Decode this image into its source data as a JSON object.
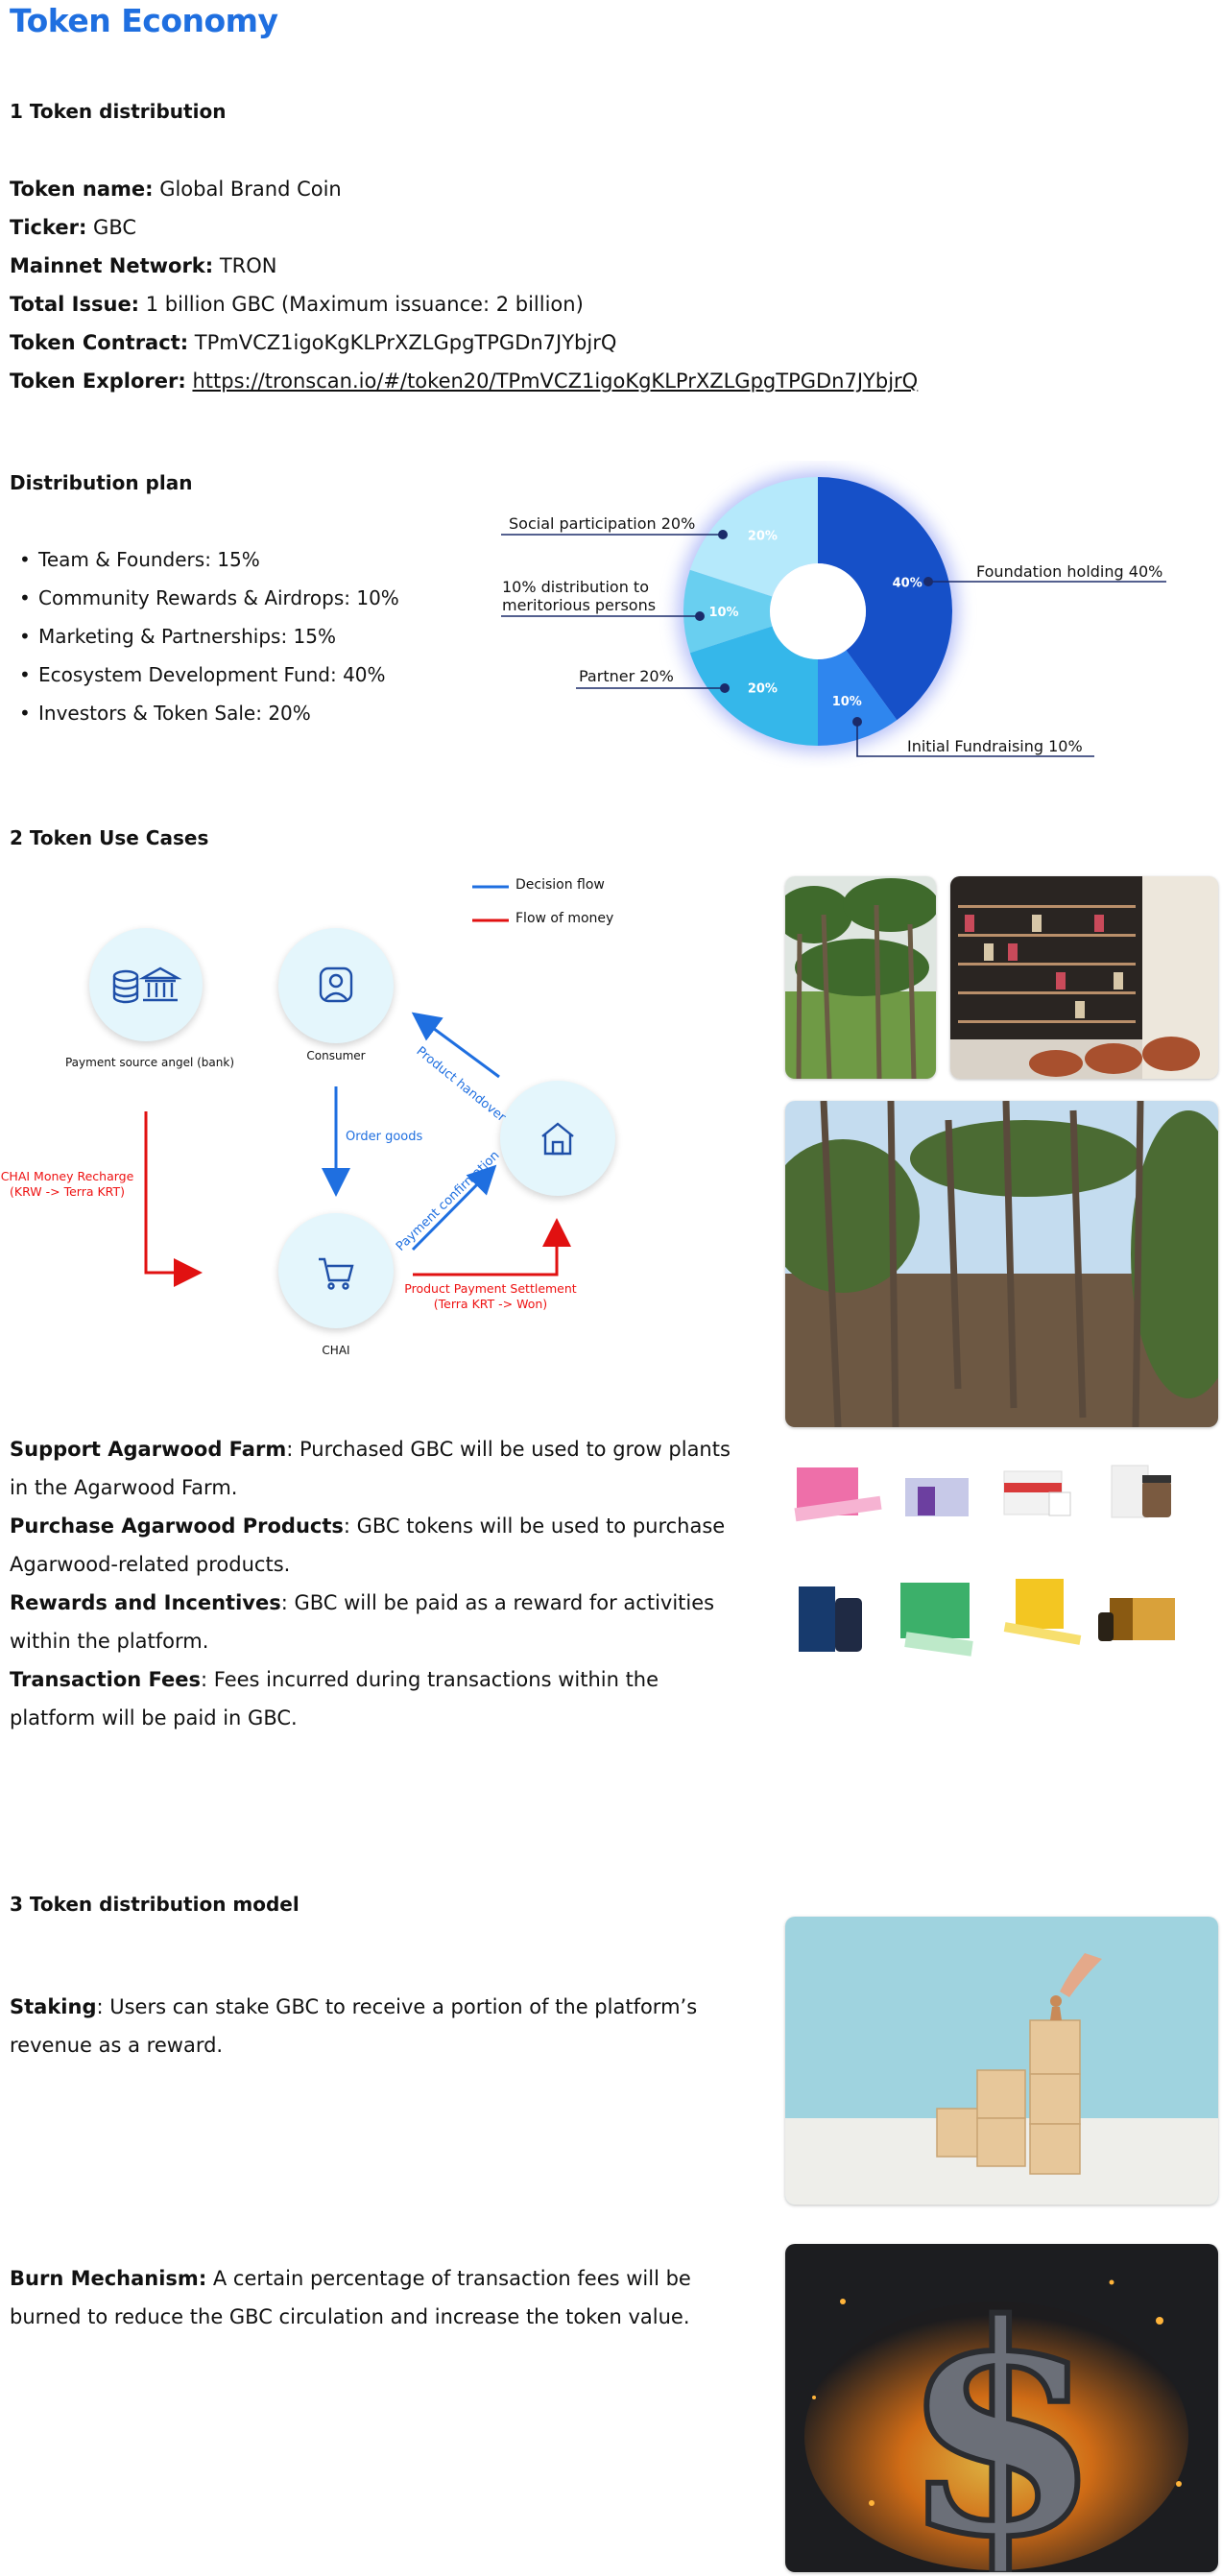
{
  "page_title": "Token Economy",
  "section1": {
    "heading": "1  Token distribution",
    "fields": [
      {
        "label": "Token name:",
        "value": " Global Brand Coin"
      },
      {
        "label": "Ticker:",
        "value": " GBC"
      },
      {
        "label": "Mainnet Network:",
        "value": " TRON"
      },
      {
        "label": "Total Issue:",
        "value": " 1 billion GBC (Maximum issuance: 2 billion)"
      },
      {
        "label": "Token Contract:",
        "value": " TPmVCZ1igoKgKLPrXZLGpgTPGDn7JYbjrQ"
      },
      {
        "label": "Token Explorer:",
        "value": "https://tronscan.io/#/token20/TPmVCZ1igoKgKLPrXZLGpgTPGDn7JYbjrQ"
      }
    ]
  },
  "distribution_plan": {
    "heading": "Distribution plan",
    "items": [
      "Team & Founders: 15%",
      "Community Rewards & Airdrops: 10%",
      "Marketing & Partnerships: 15%",
      "Ecosystem Development Fund: 40%",
      "Investors & Token Sale: 20%"
    ]
  },
  "chart_data": {
    "type": "pie",
    "donut": true,
    "slices": [
      {
        "label": "Foundation holding 40%",
        "inner_label": "40%",
        "value": 40,
        "color": "#1650c8"
      },
      {
        "label": "Initial Fundraising 10%",
        "inner_label": "10%",
        "value": 10,
        "color": "#2f86ee"
      },
      {
        "label": "Partner 20%",
        "inner_label": "20%",
        "value": 20,
        "color": "#35b7ea"
      },
      {
        "label": "10% distribution to\nmeritorious persons",
        "label_line1": "10% distribution to",
        "label_line2": "meritorious persons",
        "inner_label": "10%",
        "value": 10,
        "color": "#69cff0"
      },
      {
        "label": "Social participation 20%",
        "inner_label": "20%",
        "value": 20,
        "color": "#b5e9fb"
      }
    ]
  },
  "section2": {
    "heading": "2  Token Use Cases",
    "legend": {
      "decision": "Decision flow",
      "money": "Flow of money",
      "decision_color": "#1f6fe0",
      "money_color": "#e11111"
    },
    "nodes": {
      "bank": "Payment source angel (bank)",
      "consumer": "Consumer",
      "chai": "CHAI"
    },
    "flows": {
      "order_goods": "Order goods",
      "product_handover": "Product handover",
      "payment_confirmation": "Payment confirmation",
      "recharge_line1": "CHAI Money Recharge",
      "recharge_line2": "(KRW -> Terra KRT)",
      "settlement_line1": "Product Payment Settlement",
      "settlement_line2": "(Terra KRT -> Won)"
    },
    "use_cases": [
      {
        "label": "Support Agarwood Farm",
        "text": ": Purchased GBC will be used to grow plants in the Agarwood Farm."
      },
      {
        "label": "Purchase Agarwood Products",
        "text": ": GBC tokens will be used to purchase Agarwood-related products."
      },
      {
        "label": "Rewards and Incentives",
        "text": ": GBC will be paid as a reward for activities within the platform."
      },
      {
        "label": "Transaction Fees",
        "text": ": Fees incurred during transactions within the platform will be paid in GBC."
      }
    ]
  },
  "section3": {
    "heading": "3  Token distribution model",
    "staking": {
      "label": "Staking",
      "text": ": Users can stake GBC to receive a portion of the platform’s revenue as a reward."
    },
    "burn": {
      "label": "Burn Mechanism:",
      "text": " A certain percentage of transaction fees will be burned to reduce the GBC circulation and increase the token value."
    }
  }
}
